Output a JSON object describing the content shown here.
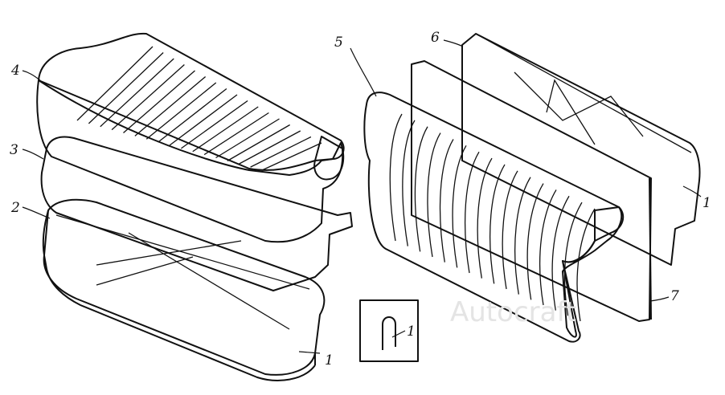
{
  "labels": {
    "l1_seat": "1",
    "l2": "2",
    "l3": "3",
    "l4": "4",
    "l5": "5",
    "l6": "6",
    "l1_back": "1",
    "l7": "7",
    "l1_inset": "1"
  },
  "watermark": "Autoсraft",
  "colors": {
    "ink": "#111111",
    "paper": "#ffffff",
    "watermark": "#e4e4e4"
  },
  "icons": [
    "spring-frame",
    "foam-layer",
    "seat-cover",
    "back-cover",
    "back-board",
    "clip-hook"
  ]
}
